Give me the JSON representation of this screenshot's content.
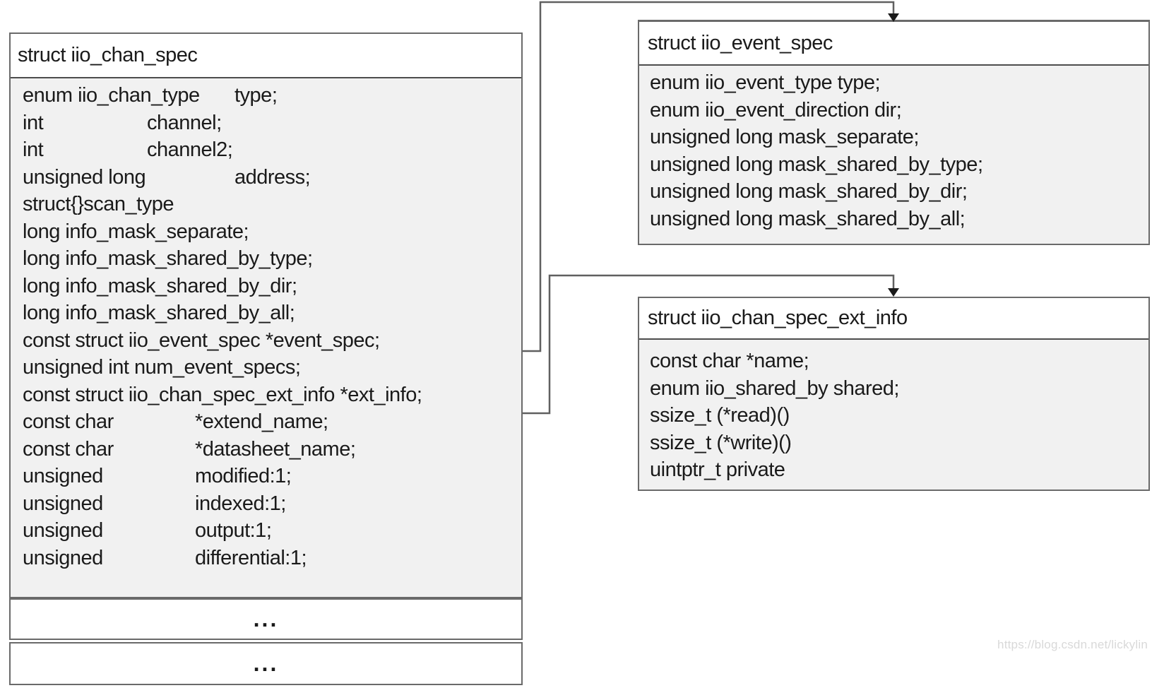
{
  "watermark": "https://blog.csdn.net/lickylin",
  "colors": {
    "field_area_fill": "#f1f1f1",
    "box_border": "#6a6a6a",
    "title_separator": "#4d4d4d",
    "connector_line": "#606060",
    "arrowhead": "#1a1a1a",
    "text": "#1a1a1a",
    "watermark_text": "#d9d9d9"
  },
  "boxes": {
    "chan_spec": {
      "title": "struct iio_chan_spec",
      "fields": [
        {
          "t": "enum iio_chan_type",
          "n": "type;",
          "tab": 300
        },
        {
          "t": "int",
          "n": "channel;",
          "tab": 176
        },
        {
          "t": "int",
          "n": "channel2;",
          "tab": 176
        },
        {
          "t": "unsigned long",
          "n": "address;",
          "tab": 300
        },
        {
          "t": "struct{}scan_type"
        },
        {
          "t": "long info_mask_separate;"
        },
        {
          "t": "long info_mask_shared_by_type;"
        },
        {
          "t": "long info_mask_shared_by_dir;"
        },
        {
          "t": "long info_mask_shared_by_all;"
        },
        {
          "t": "const struct iio_event_spec *event_spec;"
        },
        {
          "t": "unsigned int num_event_specs;"
        },
        {
          "t": "const struct iio_chan_spec_ext_info *ext_info;"
        },
        {
          "t": "const char",
          "n": "*extend_name;",
          "tab": 244
        },
        {
          "t": "const char",
          "n": "*datasheet_name;",
          "tab": 244
        },
        {
          "t": "unsigned",
          "n": "modified:1;",
          "tab": 244
        },
        {
          "t": "unsigned",
          "n": "indexed:1;",
          "tab": 244
        },
        {
          "t": "unsigned",
          "n": "output:1;",
          "tab": 244
        },
        {
          "t": "unsigned",
          "n": "differential:1;",
          "tab": 244
        }
      ],
      "ellipsis": [
        "...",
        "..."
      ]
    },
    "event_spec": {
      "title": "struct iio_event_spec",
      "fields": [
        {
          "t": "enum iio_event_type type;"
        },
        {
          "t": "enum iio_event_direction dir;"
        },
        {
          "t": "unsigned long mask_separate;"
        },
        {
          "t": "unsigned long mask_shared_by_type;"
        },
        {
          "t": "unsigned long mask_shared_by_dir;"
        },
        {
          "t": "unsigned long mask_shared_by_all;"
        }
      ]
    },
    "ext_info": {
      "title": "struct iio_chan_spec_ext_info",
      "fields": [
        {
          "t": "const char *name;"
        },
        {
          "t": "enum iio_shared_by shared;"
        },
        {
          "t": "ssize_t (*read)()"
        },
        {
          "t": "ssize_t (*write)()"
        },
        {
          "t": "uintptr_t private"
        }
      ]
    }
  }
}
